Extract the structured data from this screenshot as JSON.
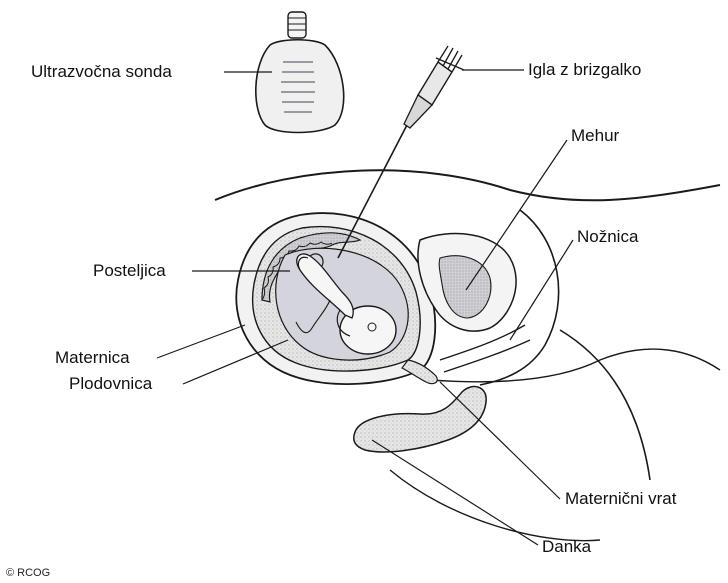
{
  "labels": {
    "ultrasound_probe": "Ultrazvočna sonda",
    "needle_syringe": "Igla z brizgalko",
    "bladder": "Mehur",
    "vagina": "Nožnica",
    "placenta": "Posteljica",
    "uterus": "Maternica",
    "amniotic_sac": "Plodovnica",
    "cervix": "Maternični vrat",
    "rectum": "Danka"
  },
  "copyright": "© RCOG",
  "colors": {
    "line": "#1a1a1a",
    "tissue_fill": "#e2e2e2",
    "fluid_fill": "#d4d4dc",
    "uterus_fill": "#f2f2f2"
  }
}
